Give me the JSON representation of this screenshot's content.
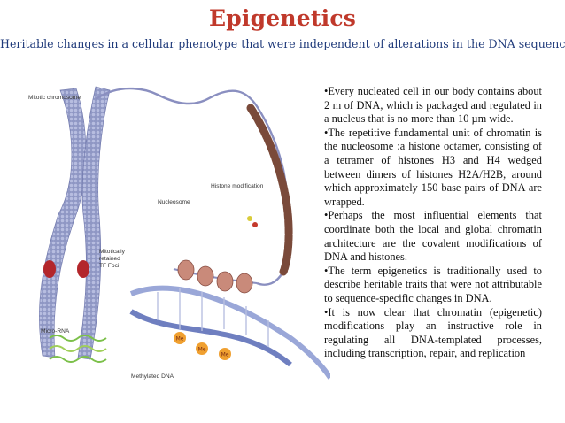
{
  "title": "Epigenetics",
  "subtitle": "Heritable changes in a cellular phenotype that were independent of alterations in the DNA sequence.",
  "figure": {
    "labels": {
      "mitotic_chromosome": "Mitotic chromosome",
      "nucleosome": "Nucleosome",
      "histone_modification": "Histone modification",
      "mitotically_retained_line1": "Mitotically",
      "mitotically_retained_line2": "retained",
      "mitotically_retained_line3": "TF Foci",
      "micro_rna": "Micro-RNA",
      "methylated_dna": "Methylated DNA",
      "me_tag": "Me"
    }
  },
  "bullets": [
    "•Every nucleated cell in our body contains about 2 m of DNA, which is packaged and regulated in a nucleus that is no more than 10 µm wide.",
    "•The repetitive fundamental unit of chromatin is the nucleosome :a histone octamer, consisting of a tetramer of histones H3 and H4 wedged between dimers of histones H2A/H2B, around which approximately 150 base pairs of DNA are wrapped.",
    "•Perhaps the most influential elements that coordinate both the local and global chromatin architecture are the covalent modifications of DNA and histones.",
    "•The term epigenetics is traditionally used to describe heritable traits that were not attributable to sequence-specific changes in DNA.",
    "•It is now clear that chromatin (epigenetic) modifications play an instructive role in regulating all DNA-templated processes, including transcription, repair, and replication"
  ]
}
